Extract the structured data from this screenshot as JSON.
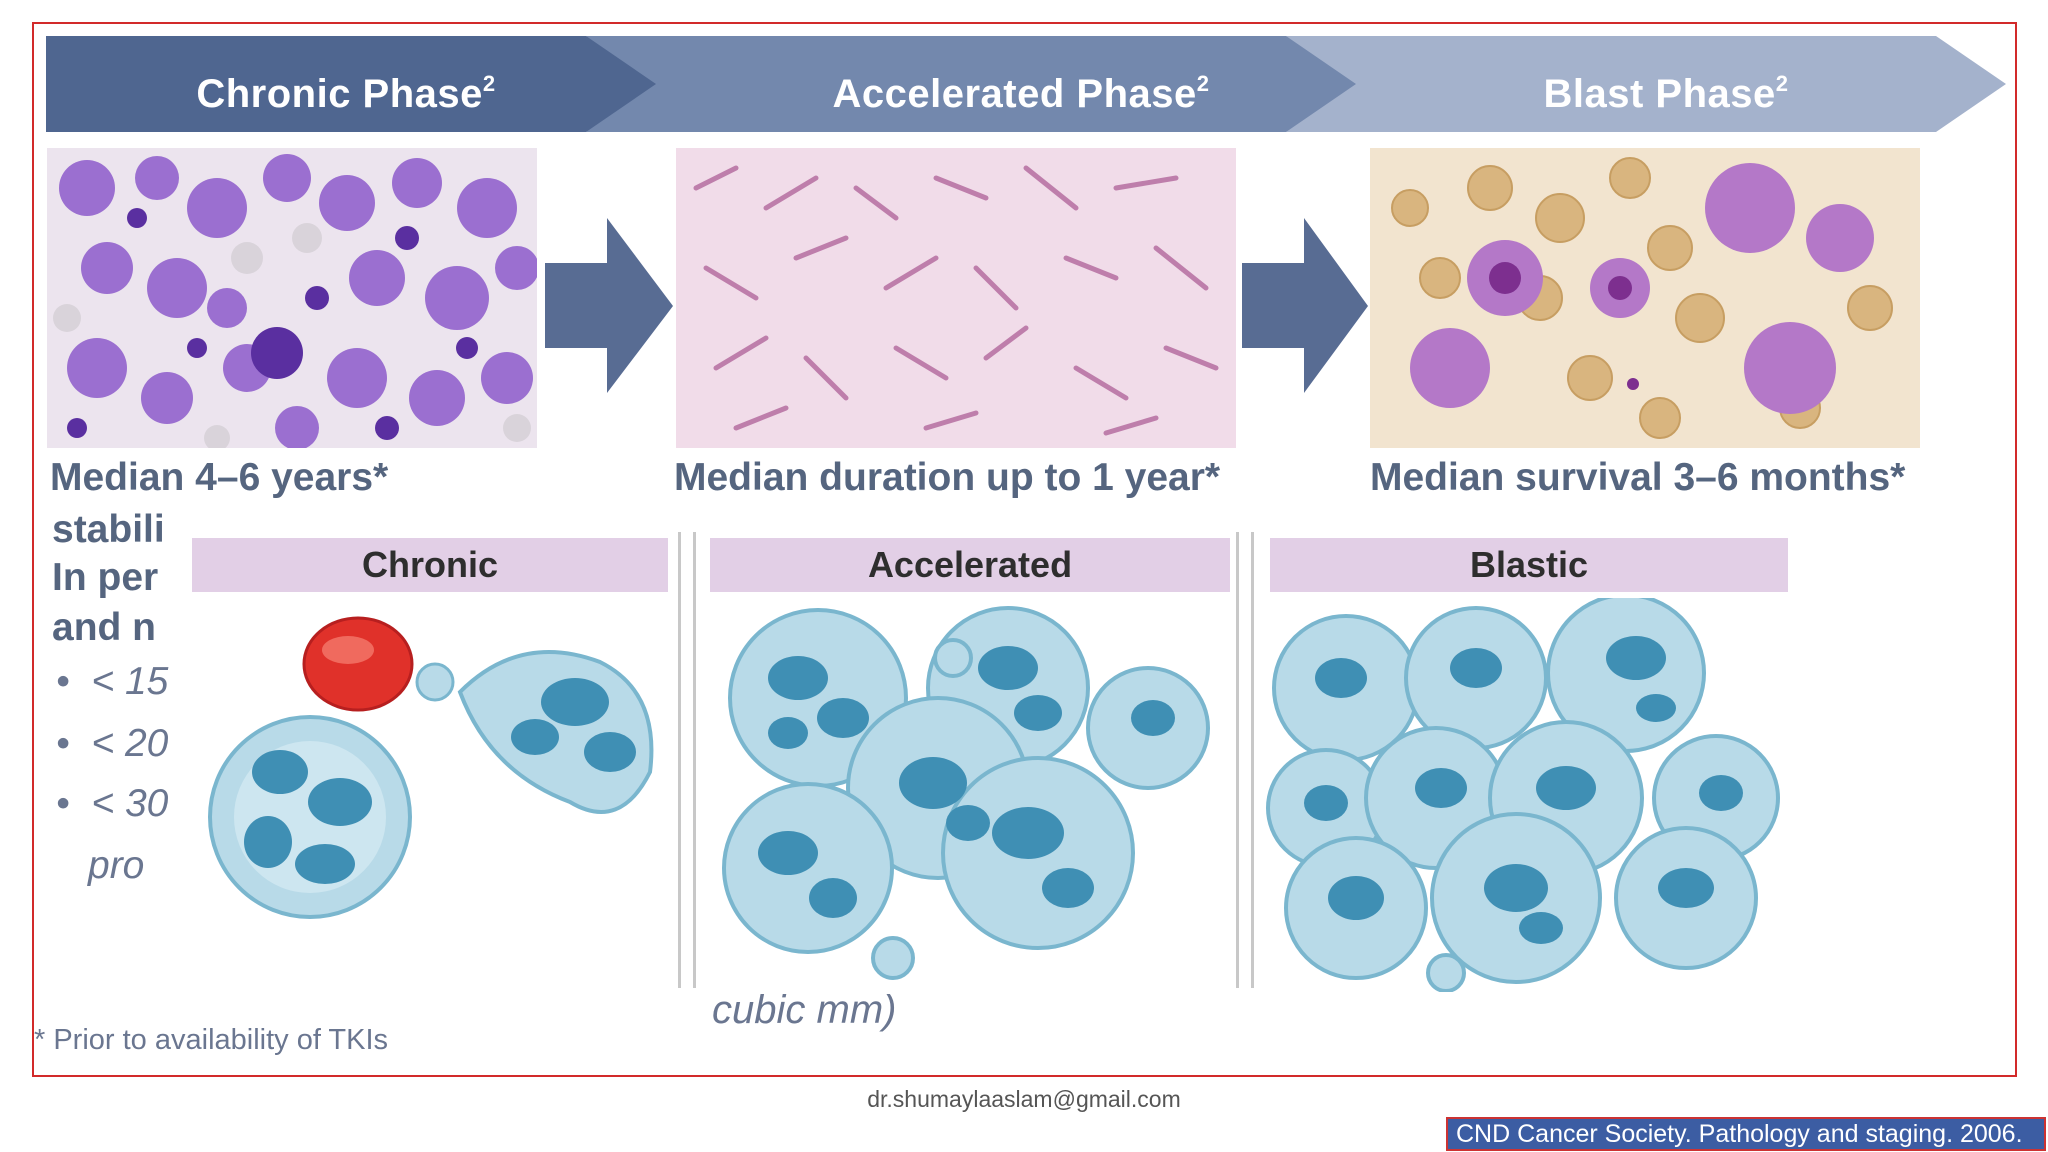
{
  "phases": [
    {
      "label": "Chronic Phase",
      "sup": "2"
    },
    {
      "label": "Accelerated Phase",
      "sup": "2"
    },
    {
      "label": "Blast Phase",
      "sup": "2"
    }
  ],
  "captions": [
    "Median 4–6 years*",
    "Median duration up to 1 year*",
    "Median survival 3–6 months*"
  ],
  "side_text": {
    "line1": "stabili",
    "line2": "In per",
    "line3": "and n",
    "bullets": [
      "< 15",
      "< 20",
      "< 30"
    ],
    "continuation": "pro"
  },
  "stages": [
    "Chronic",
    "Accelerated",
    "Blastic"
  ],
  "cubic_text": "cubic mm)",
  "footnote": "* Prior to availability of TKIs",
  "email": "dr.shumaylaaslam@gmail.com",
  "citation": "CND Cancer Society. Pathology and staging. 2006.",
  "colors": {
    "banner_dark": "#4f6690",
    "banner_mid": "#7388ad",
    "banner_light": "#a4b2cc",
    "stage_header": "#e2cfe6",
    "cell_fill": "#b8dae8",
    "nucleus": "#3f8fb4",
    "frame_border": "#d22a2a",
    "citation_bg": "#3c5da3"
  }
}
